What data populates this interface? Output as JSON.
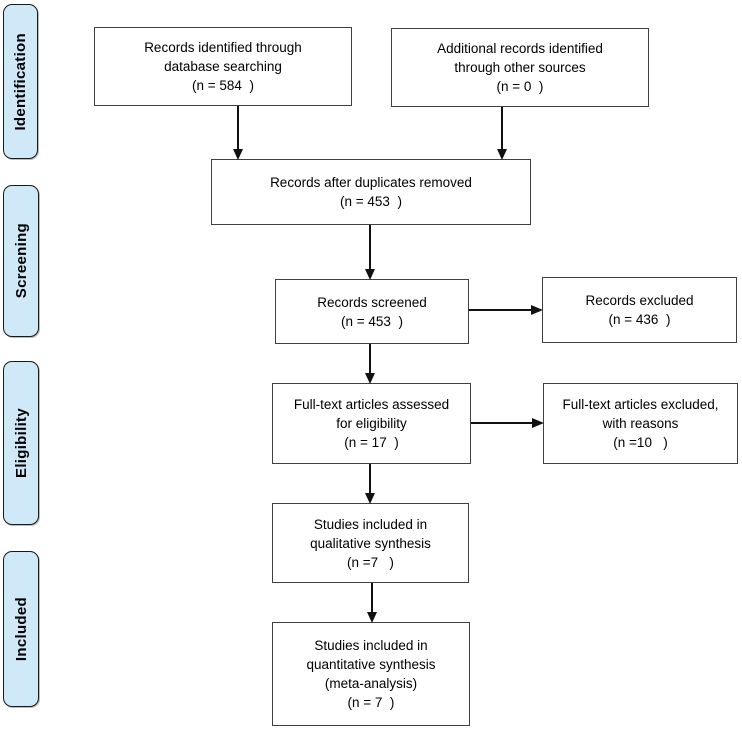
{
  "diagram": {
    "type": "prisma-flow",
    "stages": [
      {
        "label": "Identification"
      },
      {
        "label": "Screening"
      },
      {
        "label": "Eligibility"
      },
      {
        "label": "Included"
      }
    ],
    "nodes": {
      "identified": {
        "text": "Records identified through\ndatabase searching\n(n = 584  )"
      },
      "additional": {
        "text": "Additional records identified\nthrough other sources\n(n = 0  )"
      },
      "duplicates_removed": {
        "text": "Records after duplicates removed\n(n = 453  )"
      },
      "screened": {
        "text": "Records screened\n(n = 453  )"
      },
      "excluded": {
        "text": "Records excluded\n(n = 436  )"
      },
      "fulltext_assessed": {
        "text": "Full-text articles assessed\nfor eligibility\n(n = 17  )"
      },
      "fulltext_excluded": {
        "text": "Full-text articles excluded,\nwith reasons\n(n =10   )"
      },
      "qualitative": {
        "text": "Studies included in\nqualitative synthesis\n(n =7   )"
      },
      "quantitative": {
        "text": "Studies included in\nquantitative synthesis\n(meta-analysis)\n(n = 7  )"
      }
    },
    "counts": {
      "identified": 584,
      "additional": 0,
      "after_duplicates": 453,
      "screened": 453,
      "excluded": 436,
      "fulltext_assessed": 17,
      "fulltext_excluded": 10,
      "qualitative": 7,
      "quantitative": 7
    },
    "colors": {
      "stage_fill": "#d0e9f8",
      "stage_border": "#1a1a1a",
      "node_border": "#404040",
      "arrow": "#111111"
    }
  }
}
